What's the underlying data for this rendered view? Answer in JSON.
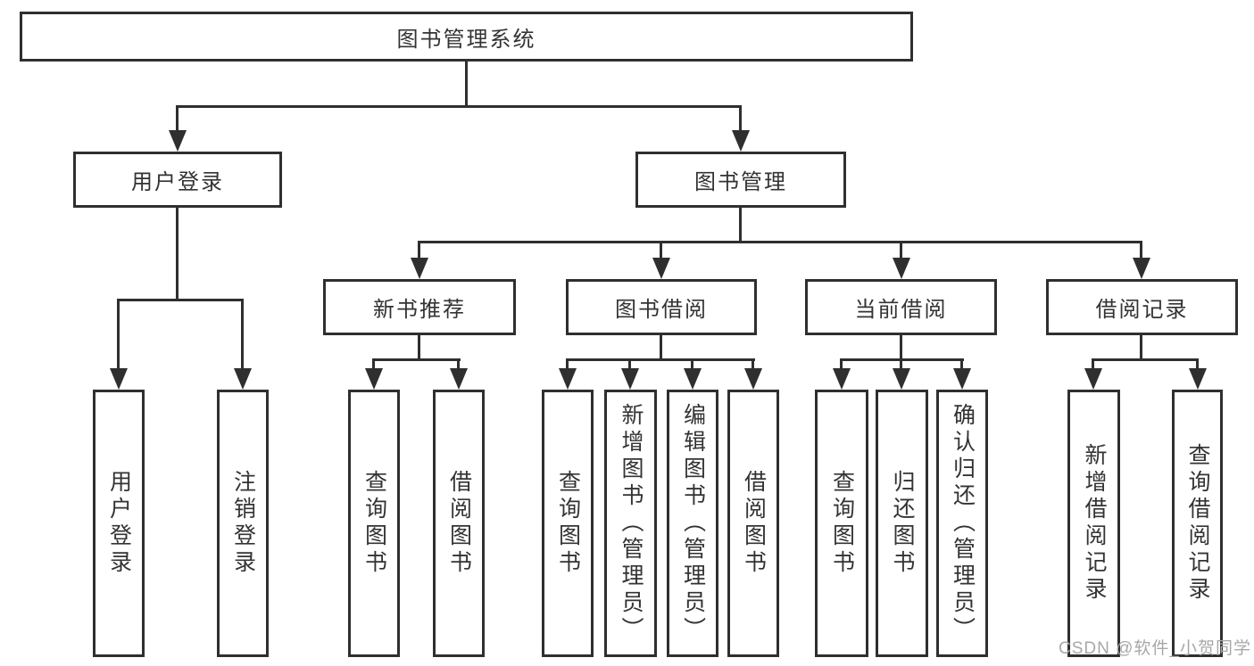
{
  "diagram_title": "图书管理系统",
  "nodes": {
    "root": "图书管理系统",
    "user_login": "用户登录",
    "book_mgmt": "图书管理",
    "new_book_rec": "新书推荐",
    "book_borrow": "图书借阅",
    "current_borrow": "当前借阅",
    "borrow_records": "借阅记录",
    "leaf_user_login": "用户登录",
    "leaf_logout": "注销登录",
    "leaf_query_book_1": "查询图书",
    "leaf_borrow_book_1": "借阅图书",
    "leaf_query_book_2": "查询图书",
    "leaf_add_book": "新增图书（管理员）",
    "leaf_edit_book": "编辑图书（管理员）",
    "leaf_borrow_book_2": "借阅图书",
    "leaf_query_book_3": "查询图书",
    "leaf_return_book": "归还图书",
    "leaf_confirm_return": "确认归还（管理员）",
    "leaf_add_record": "新增借阅记录",
    "leaf_query_record": "查询借阅记录"
  },
  "watermark": "CSDN @软件_小贺同学",
  "colors": {
    "line": "#2f2f2f",
    "text": "#333333",
    "watermark": "#a8a8a8",
    "background": "#ffffff"
  }
}
